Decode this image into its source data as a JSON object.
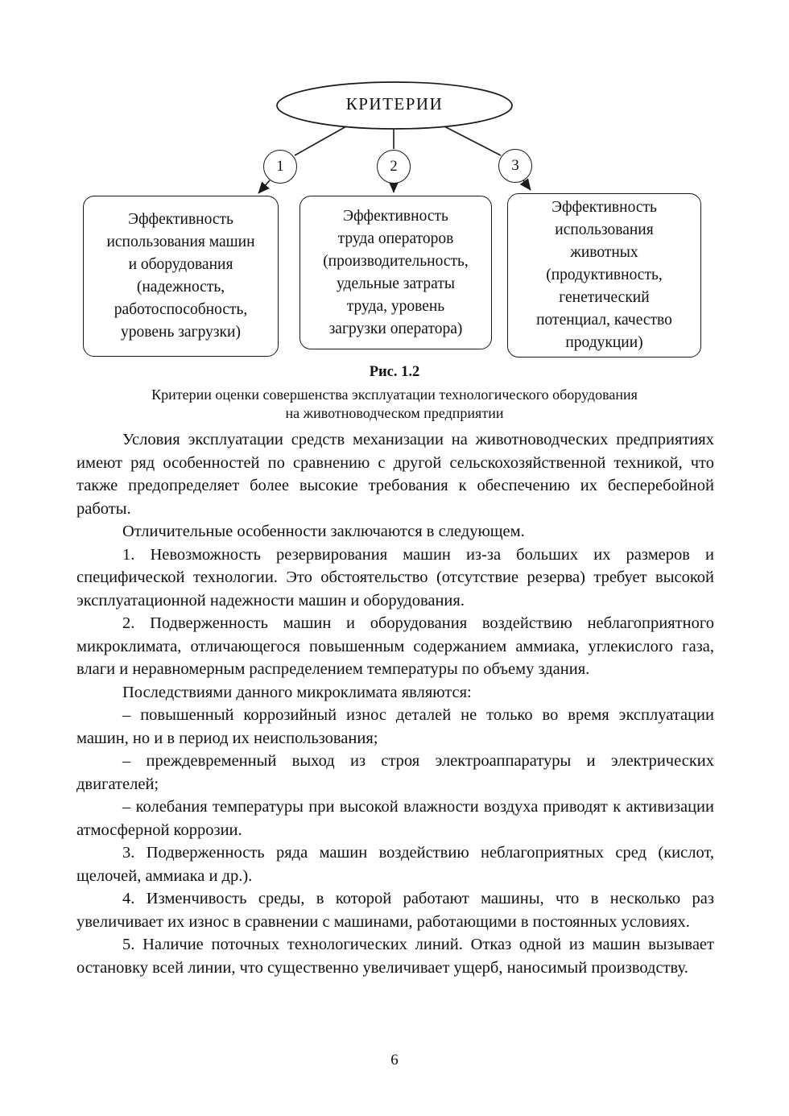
{
  "colors": {
    "ink": "#1a1a1a",
    "background": "#ffffff"
  },
  "diagram": {
    "root_label": "КРИТЕРИИ",
    "boxes": [
      {
        "num": "1",
        "label": "Эффективность\nиспользования машин\nи оборудования\n(надежность,\nработоспособность,\nуровень загрузки)"
      },
      {
        "num": "2",
        "label": "Эффективность\nтруда операторов\n(производительность,\nудельные затраты\nтруда, уровень\nзагрузки оператора)"
      },
      {
        "num": "3",
        "label": "Эффективность\nиспользования\nживотных\n(продуктивность,\nгенетический\nпотенциал, качество\nпродукции)"
      }
    ]
  },
  "figure": {
    "label": "Рис. 1.2",
    "caption_line1": "Критерии оценки совершенства эксплуатации технологического оборудования",
    "caption_line2": "на животноводческом предприятии"
  },
  "paragraphs": [
    "Условия эксплуатации средств механизации на животноводческих предприятиях имеют ряд особенностей по сравнению с другой сельскохозяйственной техникой, что также предопределяет более высокие требования к обеспечению их бесперебойной работы.",
    "Отличительные особенности заключаются в следующем.",
    "1. Невозможность резервирования машин из-за больших их размеров и специфической технологии. Это обстоятельство (отсутствие резерва) требует высокой эксплуатационной надежности машин и оборудования.",
    "2. Подверженность машин и оборудования воздействию неблагоприятного микроклимата, отличающегося повышенным содержанием аммиака, углекислого газа, влаги и неравномерным распределением температуры по объему здания.",
    "Последствиями данного микроклимата являются:",
    "– повышенный коррозийный износ деталей не только во время эксплуатации машин, но и в период их неиспользования;",
    "– преждевременный выход из строя электроаппаратуры и электрических двигателей;",
    "– колебания температуры при высокой влажности воздуха приводят к активизации атмосферной коррозии.",
    "3. Подверженность ряда машин воздействию неблагоприятных сред (кислот, щелочей, аммиака и др.).",
    "4. Изменчивость среды, в которой работают машины, что в несколько раз увеличивает их износ в сравнении с машинами, работающими в постоянных условиях.",
    "5. Наличие поточных технологических линий. Отказ одной из машин вызывает остановку всей линии, что существенно увеличивает ущерб, наносимый производству."
  ],
  "page_number": "6"
}
